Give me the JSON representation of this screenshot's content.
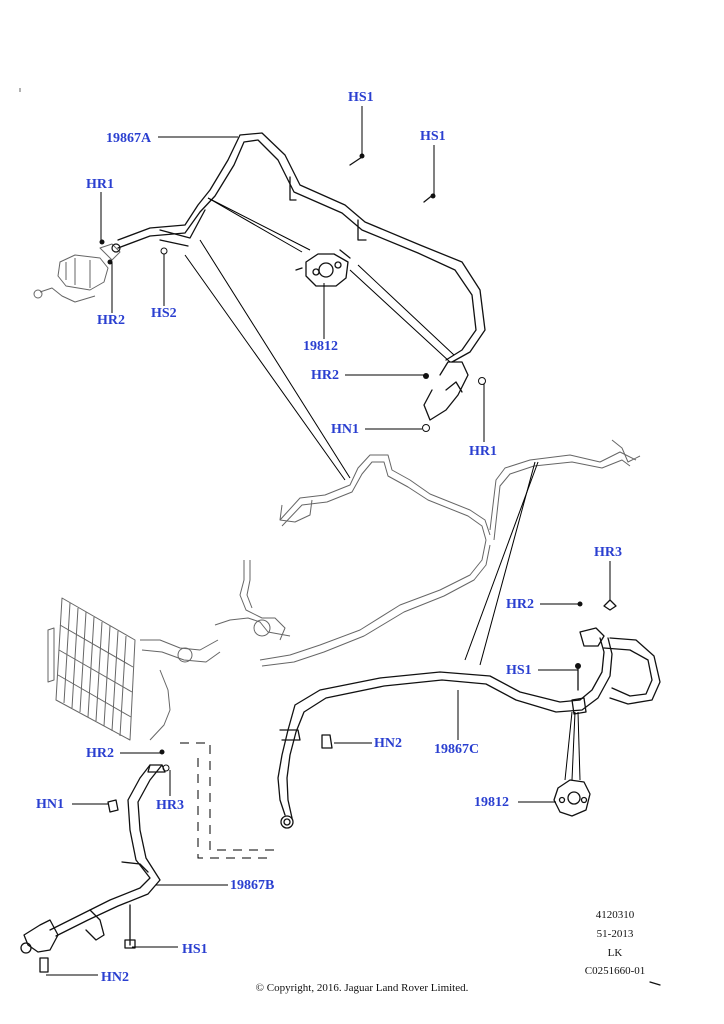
{
  "diagram": {
    "callouts": [
      {
        "id": "hs1-top",
        "text": "HS1"
      },
      {
        "id": "19867a",
        "text": "19867A"
      },
      {
        "id": "hs1-right",
        "text": "HS1"
      },
      {
        "id": "hr1-left",
        "text": "HR1"
      },
      {
        "id": "hr2-left",
        "text": "HR2"
      },
      {
        "id": "hs2",
        "text": "HS2"
      },
      {
        "id": "19812-top",
        "text": "19812"
      },
      {
        "id": "hr2-mid",
        "text": "HR2"
      },
      {
        "id": "hn1-mid",
        "text": "HN1"
      },
      {
        "id": "hr1-right",
        "text": "HR1"
      },
      {
        "id": "hr3-right",
        "text": "HR3"
      },
      {
        "id": "hr2-right",
        "text": "HR2"
      },
      {
        "id": "hs1-lower",
        "text": "HS1"
      },
      {
        "id": "hn2-mid",
        "text": "HN2"
      },
      {
        "id": "19867c",
        "text": "19867C"
      },
      {
        "id": "19812-bottom",
        "text": "19812"
      },
      {
        "id": "hr2-bl",
        "text": "HR2"
      },
      {
        "id": "hn1-bl",
        "text": "HN1"
      },
      {
        "id": "hr3-bl",
        "text": "HR3"
      },
      {
        "id": "19867b",
        "text": "19867B"
      },
      {
        "id": "hs1-bottom",
        "text": "HS1"
      },
      {
        "id": "hn2-bottom",
        "text": "HN2"
      }
    ],
    "reference": {
      "line1": "4120310",
      "line2": "51-2013",
      "line3": "LK",
      "line4": "C0251660-01"
    },
    "copyright": "© Copyright, 2016. Jaguar Land Rover Limited."
  }
}
